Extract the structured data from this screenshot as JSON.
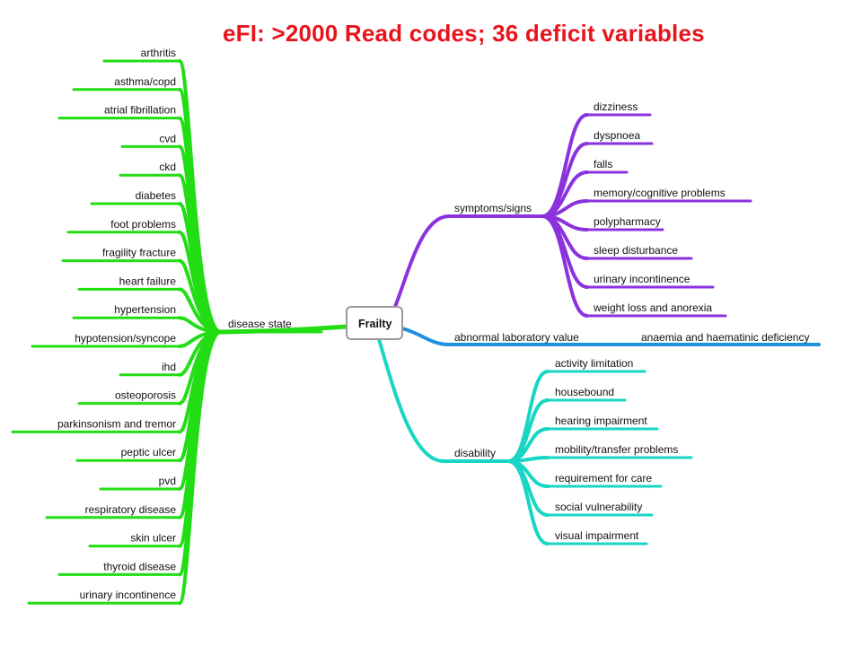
{
  "title": "eFI: >2000 Read codes; 36 deficit variables",
  "root": "Frailty",
  "colors": {
    "disease": "#22dd14",
    "symptoms": "#8a33dd",
    "lab": "#1e90e0",
    "disability": "#18d6c4"
  },
  "disease_state": {
    "label": "disease state",
    "items": [
      "arthritis",
      "asthma/copd",
      "atrial fibrillation",
      "cvd",
      "ckd",
      "diabetes",
      "foot problems",
      "fragility fracture",
      "heart failure",
      "hypertension",
      "hypotension/syncope",
      "ihd",
      "osteoporosis",
      "parkinsonism and tremor",
      "peptic ulcer",
      "pvd",
      "respiratory disease",
      "skin ulcer",
      "thyroid disease",
      "urinary incontinence"
    ]
  },
  "symptoms_signs": {
    "label": "symptoms/signs",
    "items": [
      "dizziness",
      "dyspnoea",
      "falls",
      "memory/cognitive problems",
      "polypharmacy",
      "sleep disturbance",
      "urinary incontinence",
      "weight loss and anorexia"
    ]
  },
  "abnormal_lab": {
    "label": "abnormal laboratory value",
    "items": [
      "anaemia and haematinic deficiency"
    ]
  },
  "disability": {
    "label": "disability",
    "items": [
      "activity limitation",
      "housebound",
      "hearing impairment",
      "mobility/transfer problems",
      "requirement for care",
      "social vulnerability",
      "visual impairment"
    ]
  }
}
